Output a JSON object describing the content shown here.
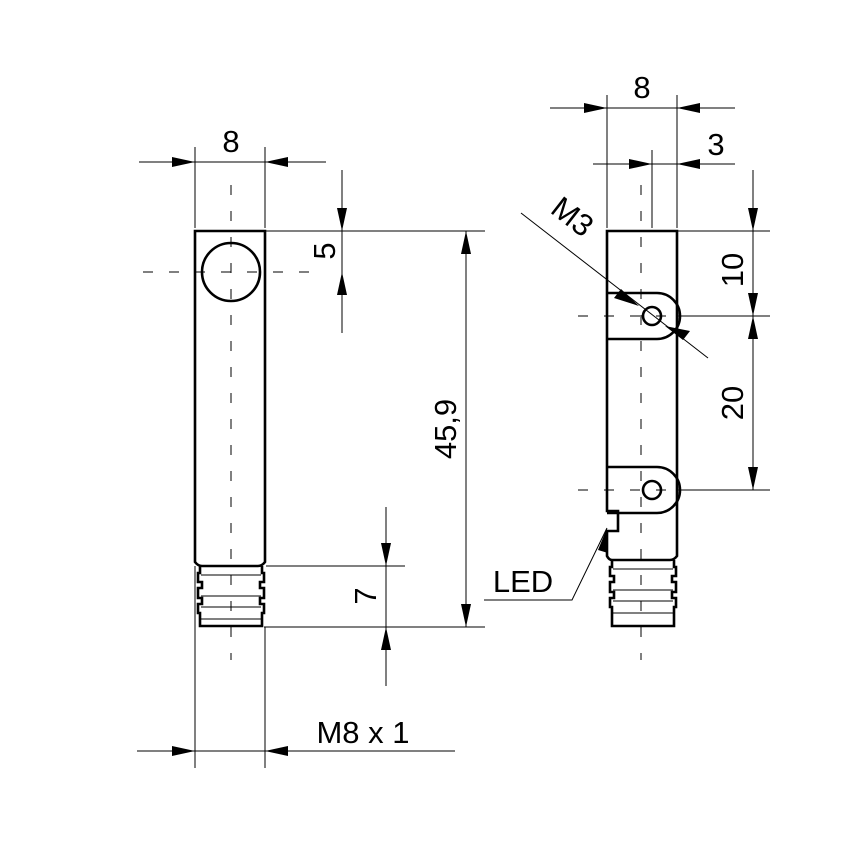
{
  "front_view": {
    "width_label": "8",
    "hole_offset_label": "5",
    "length_label": "45,9",
    "connector_length_label": "7",
    "thread_label": "M8 x 1"
  },
  "side_view": {
    "width_label": "8",
    "offset_label": "3",
    "mount_hole_label": "M3",
    "top_offset_label": "10",
    "hole_spacing_label": "20",
    "led_label": "LED"
  }
}
